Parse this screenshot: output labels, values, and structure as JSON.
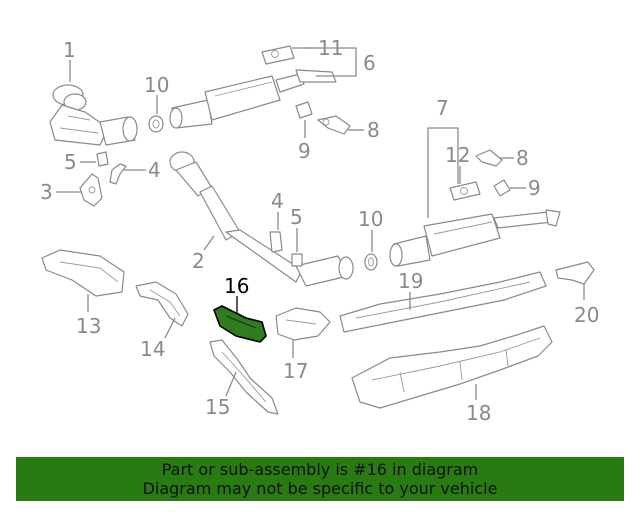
{
  "callouts": {
    "c1": "1",
    "c2": "2",
    "c3": "3",
    "c4a": "4",
    "c4b": "4",
    "c5a": "5",
    "c5b": "5",
    "c6": "6",
    "c7": "7",
    "c8a": "8",
    "c8b": "8",
    "c9a": "9",
    "c9b": "9",
    "c10a": "10",
    "c10b": "10",
    "c11": "11",
    "c12": "12",
    "c13": "13",
    "c14": "14",
    "c15": "15",
    "c16": "16",
    "c17": "17",
    "c18": "18",
    "c19": "19",
    "c20": "20"
  },
  "highlight": {
    "part": "16",
    "color": "#2f7d20"
  },
  "banner": {
    "line1": "Part or sub-assembly is #16 in diagram",
    "line2": "Diagram may not be specific to your vehicle",
    "color": "#2a7a12"
  }
}
